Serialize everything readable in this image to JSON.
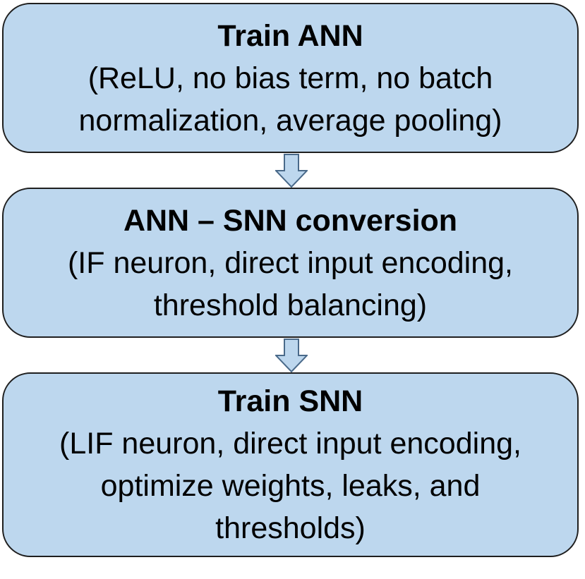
{
  "steps": [
    {
      "title": "Train ANN",
      "description": "(ReLU, no bias term, no batch normalization, average pooling)"
    },
    {
      "title": "ANN – SNN conversion",
      "description": "(IF neuron, direct input encoding, threshold balancing)"
    },
    {
      "title": "Train SNN",
      "description": "(LIF neuron, direct input encoding, optimize weights, leaks, and thresholds)"
    }
  ],
  "colors": {
    "box_fill": "#bdd7ee",
    "box_border": "#1f1f1f",
    "arrow_fill": "#bdd7ee",
    "arrow_stroke": "#4a6a8a"
  }
}
